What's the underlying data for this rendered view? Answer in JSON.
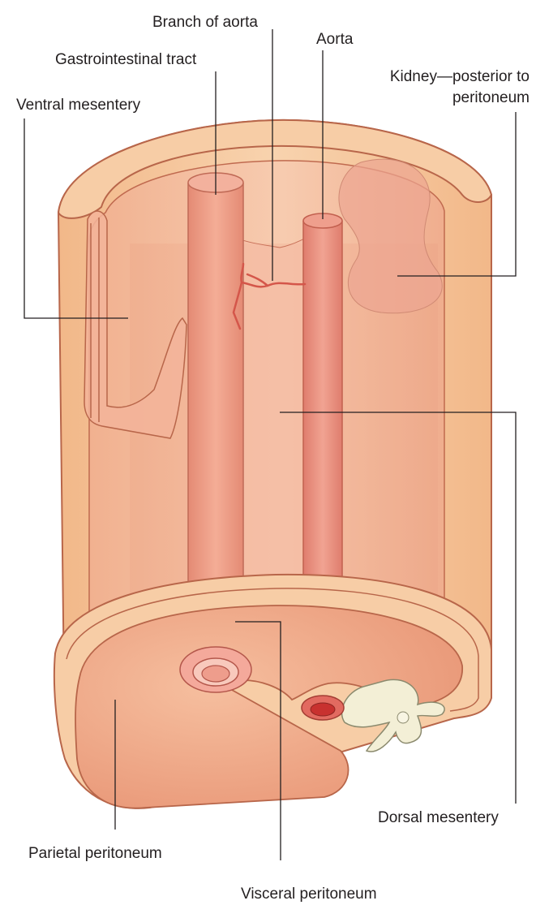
{
  "labels": {
    "branch_of_aorta": "Branch of aorta",
    "aorta": "Aorta",
    "gastrointestinal_tract": "Gastrointestinal tract",
    "kidney_line1": "Kidney—posterior to",
    "kidney_line2": "peritoneum",
    "ventral_mesentery": "Ventral mesentery",
    "dorsal_mesentery": "Dorsal mesentery",
    "parietal_peritoneum": "Parietal peritoneum",
    "visceral_peritoneum": "Visceral peritoneum"
  },
  "colors": {
    "outer_wall": "#f6c79e",
    "wall_edge": "#b8664a",
    "cavity": "#f4b596",
    "gut": "#ec9a84",
    "aorta": "#e98d7e",
    "aorta_lumen": "#c8312f",
    "vertebra": "#f3efd6",
    "leader_line": "#231f20"
  }
}
